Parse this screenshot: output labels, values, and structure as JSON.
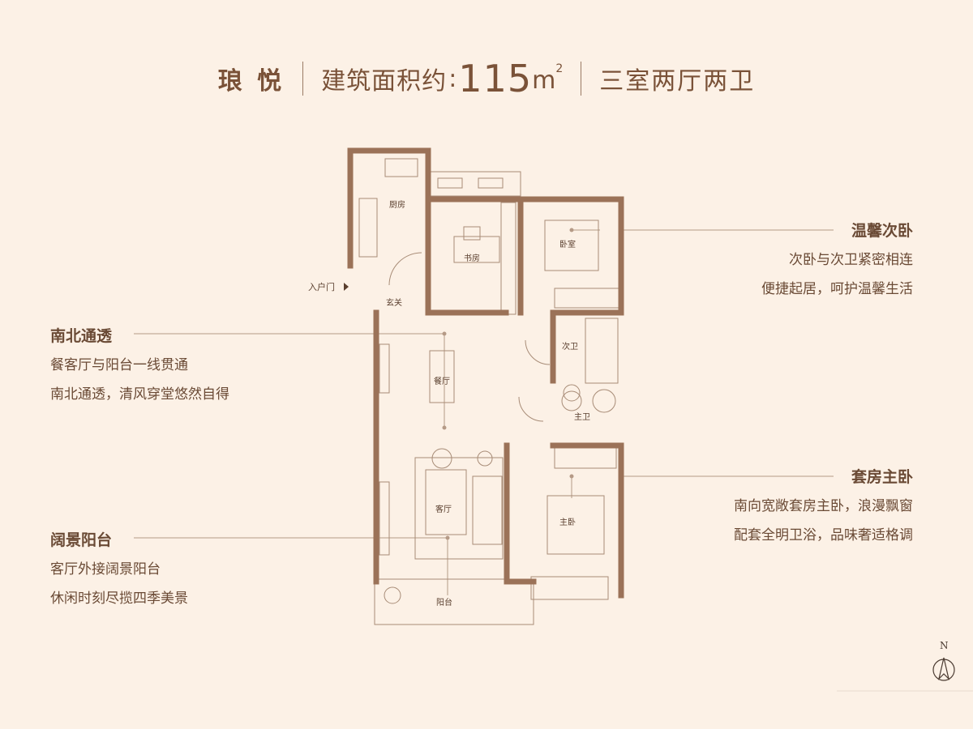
{
  "header": {
    "name": "琅 悦",
    "area_label": "建筑面积约",
    "area_colon": ":",
    "area_value": "115",
    "area_unit": "m",
    "area_unit_sup": "2",
    "layout": "三室两厅两卫"
  },
  "features": {
    "second_bedroom": {
      "title": "温馨次卧",
      "lines": [
        "次卧与次卫紧密相连",
        "便捷起居，呵护温馨生活"
      ]
    },
    "north_south": {
      "title": "南北通透",
      "lines": [
        "餐客厅与阳台一线贯通",
        "南北通透，清风穿堂悠然自得"
      ]
    },
    "master_suite": {
      "title": "套房主卧",
      "lines": [
        "南向宽敞套房主卧，浪漫飘窗",
        "配套全明卫浴，品味奢适格调"
      ]
    },
    "balcony": {
      "title": "阔景阳台",
      "lines": [
        "客厅外接阔景阳台",
        "休闲时刻尽揽四季美景"
      ]
    }
  },
  "rooms": {
    "kitchen": "厨房",
    "study": "书房",
    "bedroom": "卧室",
    "foyer": "玄关",
    "entry_door": "入户门",
    "dining": "餐厅",
    "second_bath": "次卫",
    "master_bath": "主卫",
    "living": "客厅",
    "master_bedroom": "主卧",
    "balcony": "阳台"
  },
  "compass": {
    "letter": "N"
  },
  "colors": {
    "background": "#fcf1e6",
    "wall": "#9b7258",
    "text": "#6a4a35",
    "line": "#b59a86"
  }
}
